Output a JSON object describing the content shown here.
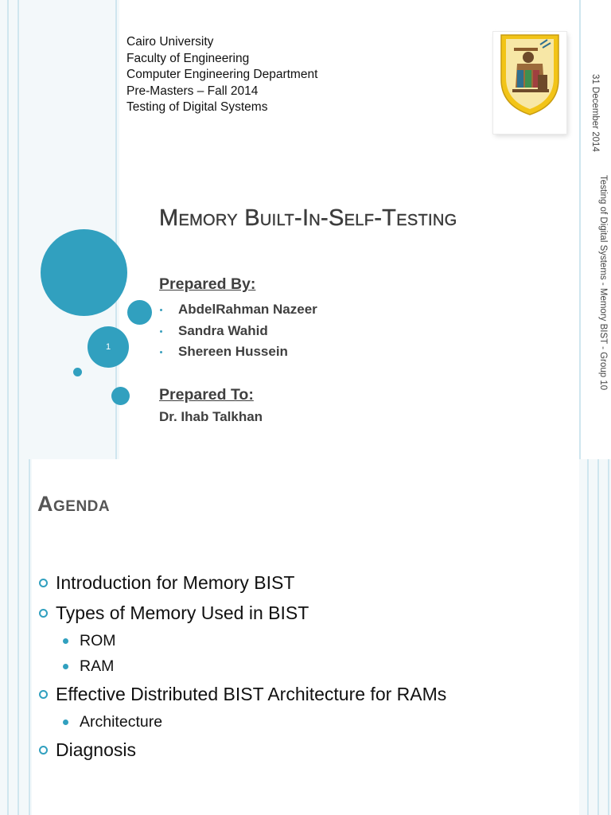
{
  "slide1": {
    "university_lines": [
      "Cairo University",
      "Faculty of Engineering",
      "Computer Engineering Department",
      "Pre-Masters – Fall 2014",
      "Testing of Digital Systems"
    ],
    "date": "31 December 2014",
    "side_caption": "Testing of Digital Systems - Memory BIST - Group 10",
    "title": "Memory Built-In-Self-Testing",
    "prepared_by_label": "Prepared By:",
    "authors": [
      "AbdelRahman Nazeer",
      "Sandra Wahid",
      "Shereen Hussein"
    ],
    "prepared_to_label": "Prepared To:",
    "prepared_to": "Dr. Ihab Talkhan",
    "page_number": "1",
    "logo_icon": "cairo-university-logo-icon",
    "accent_color": "#31a0bf"
  },
  "slide2": {
    "title": "Agenda",
    "items": [
      {
        "label": "Introduction for Memory BIST",
        "sub": []
      },
      {
        "label": "Types of Memory Used in BIST",
        "sub": [
          "ROM",
          "RAM"
        ]
      },
      {
        "label": "Effective Distributed BIST Architecture for RAMs",
        "sub": [
          "Architecture"
        ]
      },
      {
        "label": "Diagnosis",
        "sub": []
      }
    ]
  }
}
